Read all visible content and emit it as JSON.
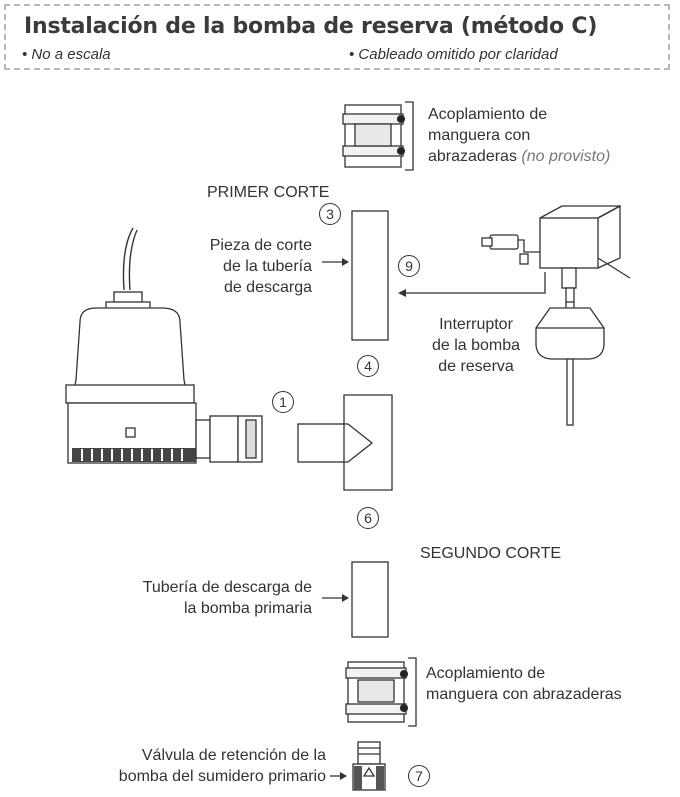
{
  "header": {
    "title": "Instalación de la bomba de reserva (método C)",
    "note_left": "• No a escala",
    "note_right": "• Cableado omitido por claridad"
  },
  "labels": {
    "coupling_top_line1": "Acoplamiento de",
    "coupling_top_line2": "manguera con",
    "coupling_top_line3": "abrazaderas",
    "coupling_top_note": "(no provisto)",
    "first_cut": "PRIMER CORTE",
    "cut_piece_line1": "Pieza de corte",
    "cut_piece_line2": "de la tubería",
    "cut_piece_line3": "de descarga",
    "switch_line1": "Interruptor",
    "switch_line2": "de la bomba",
    "switch_line3": "de reserva",
    "second_cut": "SEGUNDO CORTE",
    "discharge_line1": "Tubería de descarga de",
    "discharge_line2": "la bomba primaria",
    "coupling_bottom_line1": "Acoplamiento de",
    "coupling_bottom_line2": "manguera con abrazaderas",
    "check_valve_line1": "Válvula de retención de la",
    "check_valve_line2": "bomba del sumidero primario"
  },
  "callouts": {
    "n3": "3",
    "n9": "9",
    "n4": "4",
    "n1": "1",
    "n6": "6",
    "n7": "7"
  }
}
